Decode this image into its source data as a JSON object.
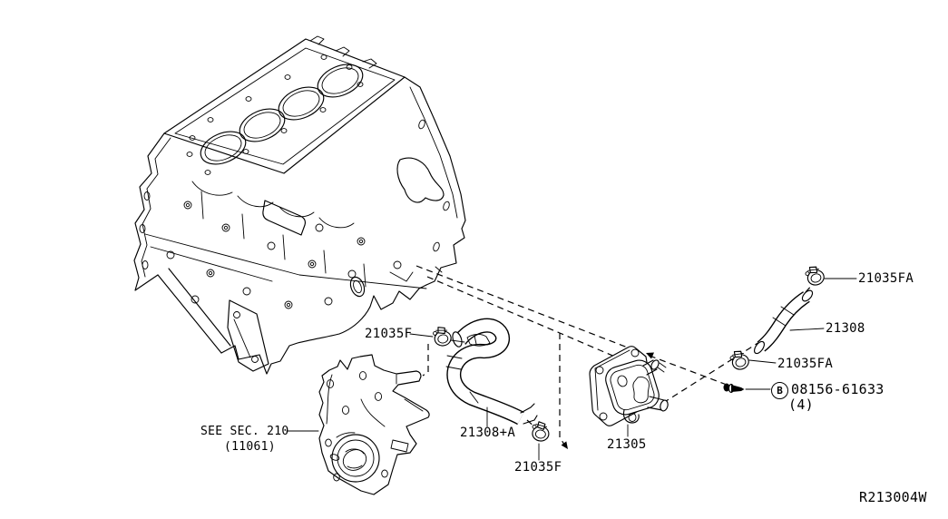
{
  "diagram": {
    "title_hint": "Oil cooler / water hose parts diagram",
    "background_color": "#ffffff",
    "line_color": "#000000",
    "ref_code": "R213004W",
    "note": {
      "line1": "SEE SEC. 210",
      "line2": "(11061)"
    },
    "callouts": {
      "clamp_upper": "21035F",
      "clamp_lower": "21035F",
      "hose_a": "21308+A",
      "cooler": "21305",
      "hose_b": "21308",
      "clamp_fa_upper": "21035FA",
      "clamp_fa_lower": "21035FA",
      "bolt_key": "B",
      "bolt_part": "08156-61633",
      "bolt_qty": "(4)"
    }
  }
}
